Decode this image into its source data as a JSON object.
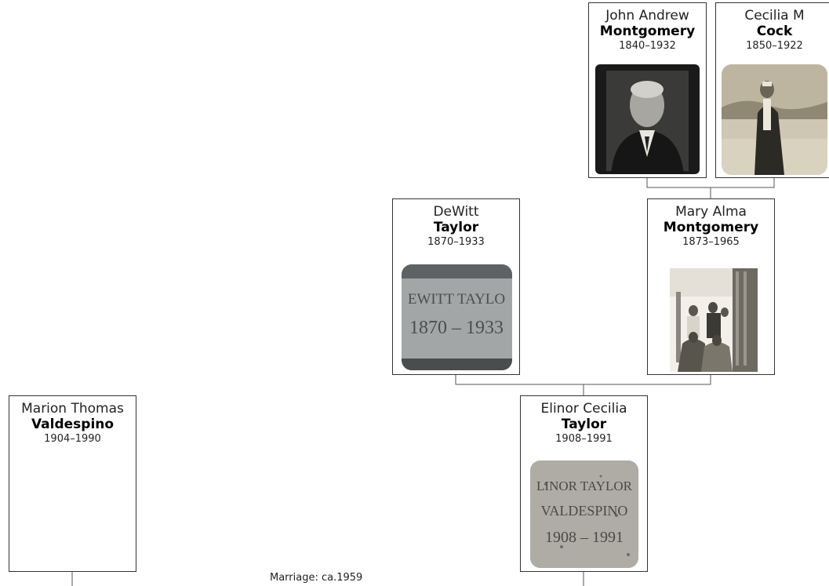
{
  "people": {
    "john_montgomery": {
      "given": "John Andrew",
      "surname": "Montgomery",
      "years": "1840–1932",
      "photo_icon": "portrait-photo-icon"
    },
    "cecilia_cock": {
      "given": "Cecilia M",
      "surname": "Cock",
      "years": "1850–1922",
      "photo_icon": "portrait-photo-icon"
    },
    "dewitt_taylor": {
      "given": "DeWitt",
      "surname": "Taylor",
      "years": "1870–1933",
      "photo_icon": "gravestone-photo-icon",
      "photo_text": [
        "EWITT TAYLO",
        "1870 – 1933"
      ]
    },
    "mary_montgomery": {
      "given": "Mary Alma",
      "surname": "Montgomery",
      "years": "1873–1965",
      "photo_icon": "group-photo-icon"
    },
    "marion_valdespino": {
      "given": "Marion Thomas",
      "surname": "Valdespino",
      "years": "1904–1990"
    },
    "elinor_taylor": {
      "given": "Elinor Cecilia",
      "surname": "Taylor",
      "years": "1908–1991",
      "photo_icon": "gravestone-photo-icon",
      "photo_text": [
        "LINOR TAYLOR",
        "VALDESPINO",
        "1908 – 1991"
      ]
    }
  },
  "marriage": {
    "label": "Marriage: ca.1959"
  },
  "colors": {
    "line": "#555555",
    "card_border": "#333333"
  }
}
